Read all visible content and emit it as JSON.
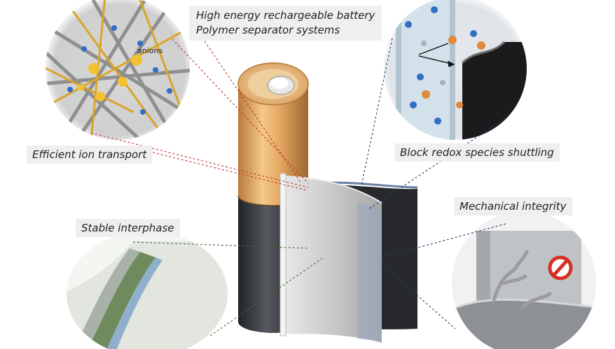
{
  "title": {
    "line1": "High energy rechargeable battery",
    "line2": "Polymer separator systems"
  },
  "callouts": {
    "ion_transport": "Efficient ion transport",
    "redox": "Block redox species shuttling",
    "mechanical": "Mechanical integrity",
    "interphase": "Stable interphase"
  },
  "inset_labels": {
    "anions": "anions"
  },
  "colors": {
    "battery_gold": "#e9b26a",
    "battery_dark": "#3a3d42",
    "separator_grey": "#d6d6d6",
    "anion_yellow": "#f2c230",
    "ion_blue": "#2f6fc4",
    "ion_orange": "#e08a3a",
    "leader_red": "#c0392b",
    "leader_navy": "#2d3e6b",
    "leader_green": "#4f6b3a",
    "no_sign_red": "#d63020"
  },
  "icons": [
    "no-entry-icon"
  ]
}
